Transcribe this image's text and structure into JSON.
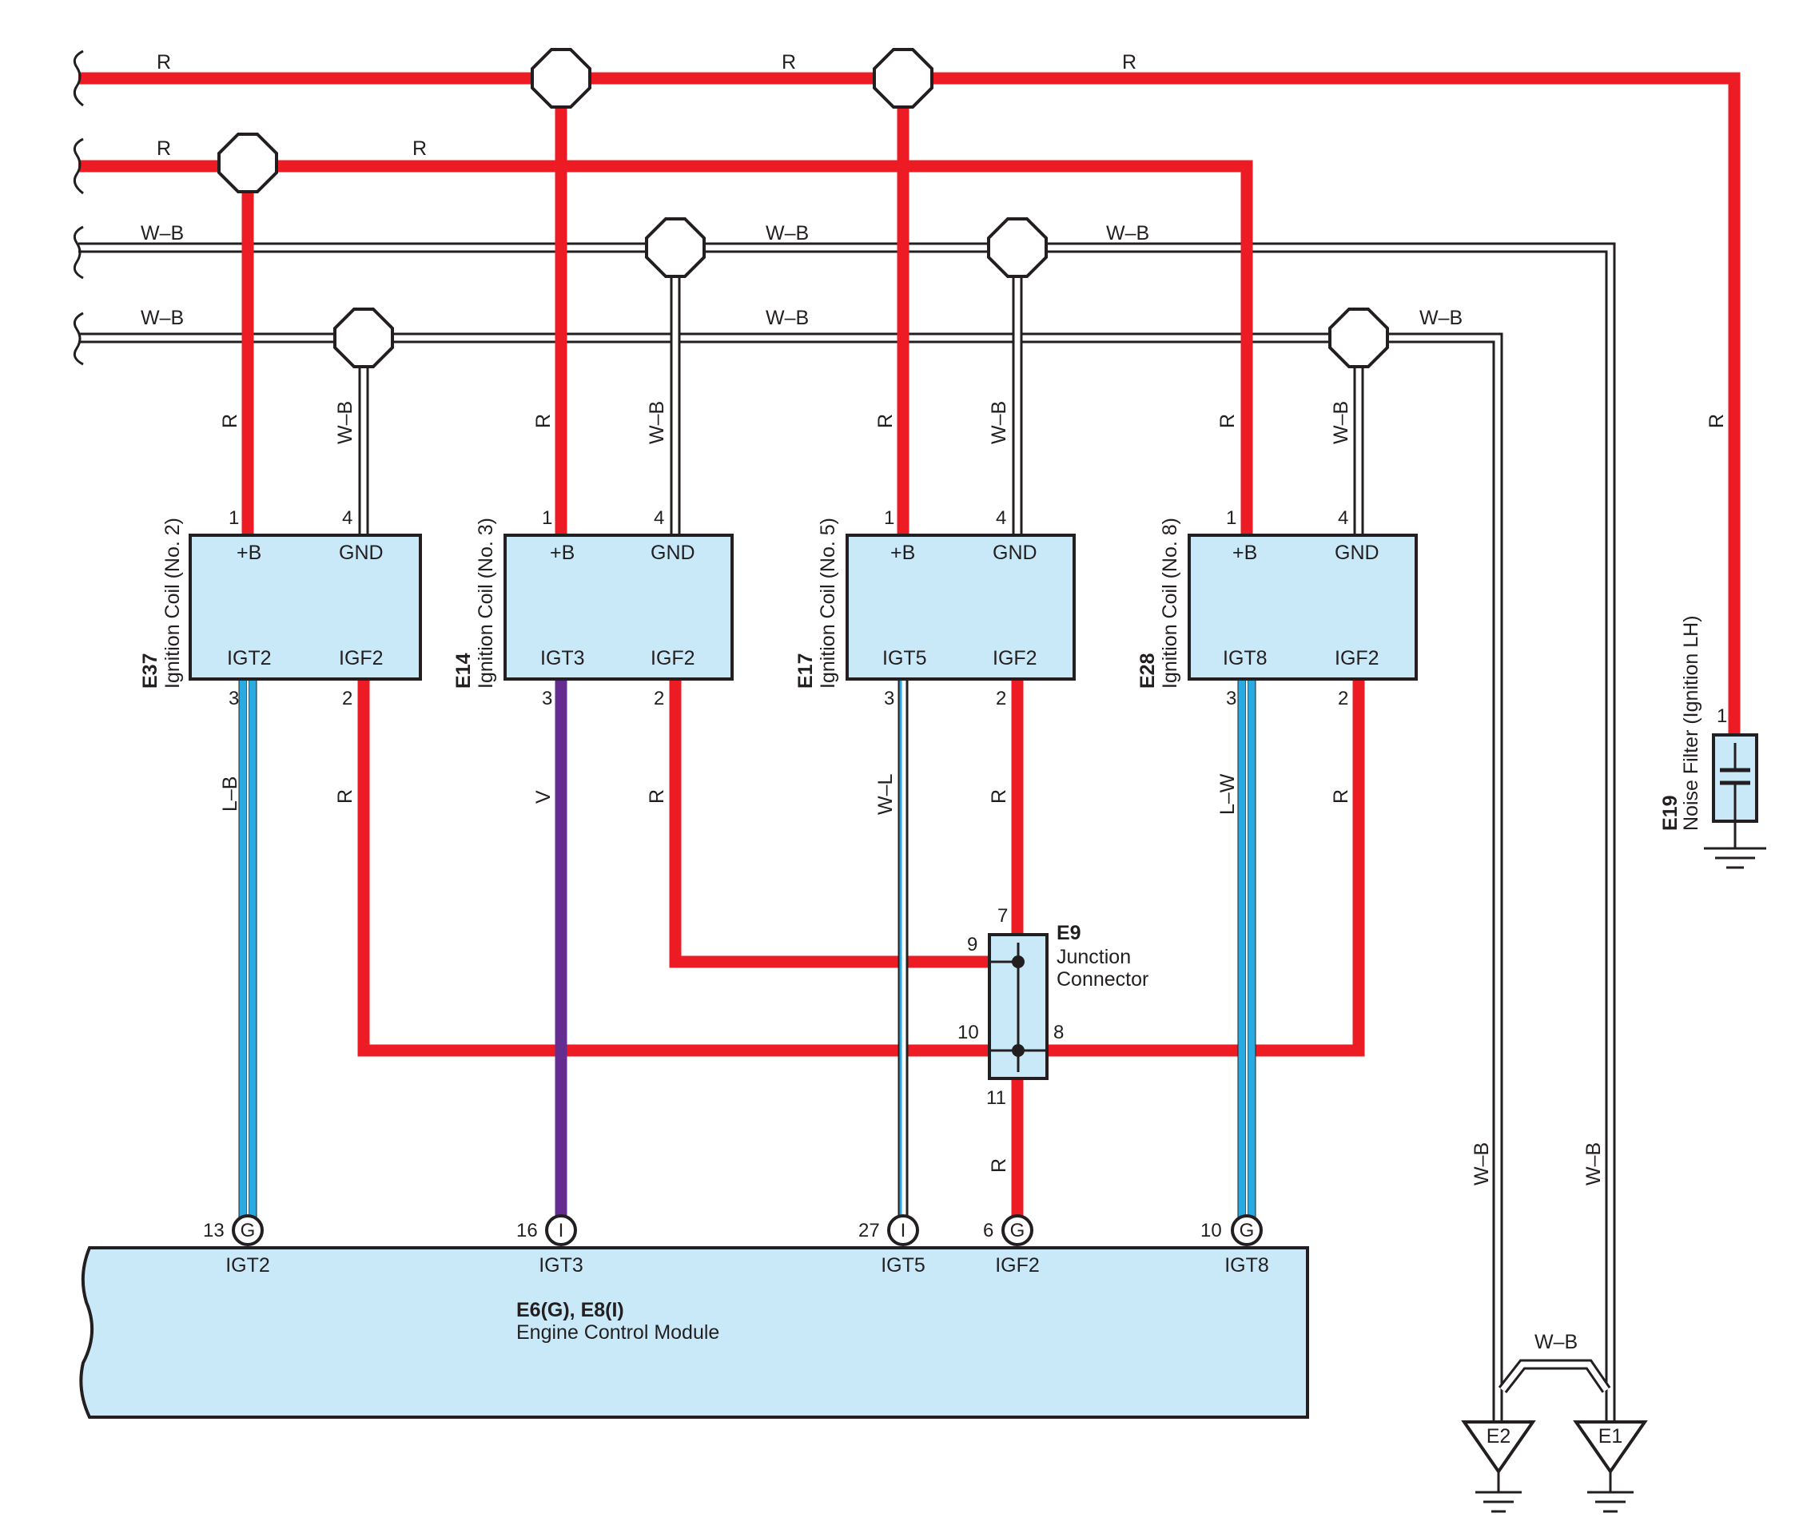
{
  "bus": {
    "r_label": "R",
    "wb_label": "W–B"
  },
  "coils": [
    {
      "code": "E37",
      "name": "Ignition Coil (No. 2)",
      "pin1": "1",
      "pin4": "4",
      "pin3": "3",
      "pin2": "2",
      "t_b": "+B",
      "t_gnd": "GND",
      "t_igt": "IGT2",
      "t_igf": "IGF2",
      "igt_wire": "L–B",
      "igf_wire": "R"
    },
    {
      "code": "E14",
      "name": "Ignition Coil (No. 3)",
      "pin1": "1",
      "pin4": "4",
      "pin3": "3",
      "pin2": "2",
      "t_b": "+B",
      "t_gnd": "GND",
      "t_igt": "IGT3",
      "t_igf": "IGF2",
      "igt_wire": "V",
      "igf_wire": "R"
    },
    {
      "code": "E17",
      "name": "Ignition Coil (No. 5)",
      "pin1": "1",
      "pin4": "4",
      "pin3": "3",
      "pin2": "2",
      "t_b": "+B",
      "t_gnd": "GND",
      "t_igt": "IGT5",
      "t_igf": "IGF2",
      "igt_wire": "W–L",
      "igf_wire": "R"
    },
    {
      "code": "E28",
      "name": "Ignition Coil (No. 8)",
      "pin1": "1",
      "pin4": "4",
      "pin3": "3",
      "pin2": "2",
      "t_b": "+B",
      "t_gnd": "GND",
      "t_igt": "IGT8",
      "t_igf": "IGF2",
      "igt_wire": "L–W",
      "igf_wire": "R"
    }
  ],
  "junction": {
    "code": "E9",
    "name_line1": "Junction",
    "name_line2": "Connector",
    "pin7": "7",
    "pin9": "9",
    "pin10": "10",
    "pin8": "8",
    "pin11": "11",
    "out_wire": "R"
  },
  "noise_filter": {
    "code": "E19",
    "name": "Noise Filter (Ignition LH)",
    "pin1": "1",
    "wire": "R"
  },
  "ecm": {
    "code": "E6(G), E8(I)",
    "name": "Engine Control Module",
    "pins": [
      {
        "num": "13",
        "conn": "G",
        "label": "IGT2"
      },
      {
        "num": "16",
        "conn": "I",
        "label": "IGT3"
      },
      {
        "num": "27",
        "conn": "I",
        "label": "IGT5"
      },
      {
        "num": "6",
        "conn": "G",
        "label": "IGF2"
      },
      {
        "num": "10",
        "conn": "G",
        "label": "IGT8"
      }
    ]
  },
  "grounds": {
    "e2": "E2",
    "e1": "E1",
    "e2_wire": "W–B",
    "e1_wire": "W–B",
    "bridge_wire": "W–B"
  },
  "colors": {
    "red": "#ed1c24",
    "violet": "#662d91",
    "light_blue": "#29abe2",
    "box_fill": "#c9e9f8",
    "black": "#231f20"
  }
}
